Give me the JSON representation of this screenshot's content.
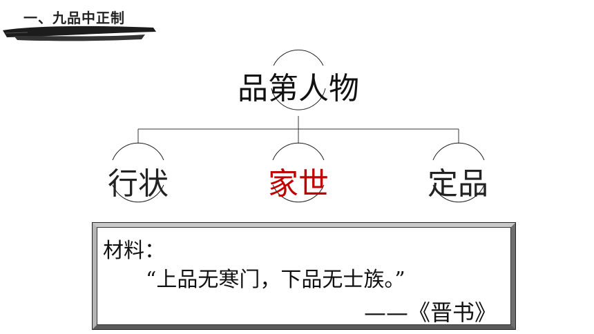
{
  "header": {
    "title": "一、九品中正制"
  },
  "diagram": {
    "root": {
      "label": "品第人物"
    },
    "children": [
      {
        "label": "行状",
        "color": "#222222"
      },
      {
        "label": "家世",
        "color": "#c00000"
      },
      {
        "label": "定品",
        "color": "#222222"
      }
    ]
  },
  "material": {
    "label": "材料：",
    "quote": "“上品无寒门，下品无士族。”",
    "source": "——《晋书》"
  },
  "colors": {
    "highlight": "#c00000",
    "text": "#111111"
  }
}
